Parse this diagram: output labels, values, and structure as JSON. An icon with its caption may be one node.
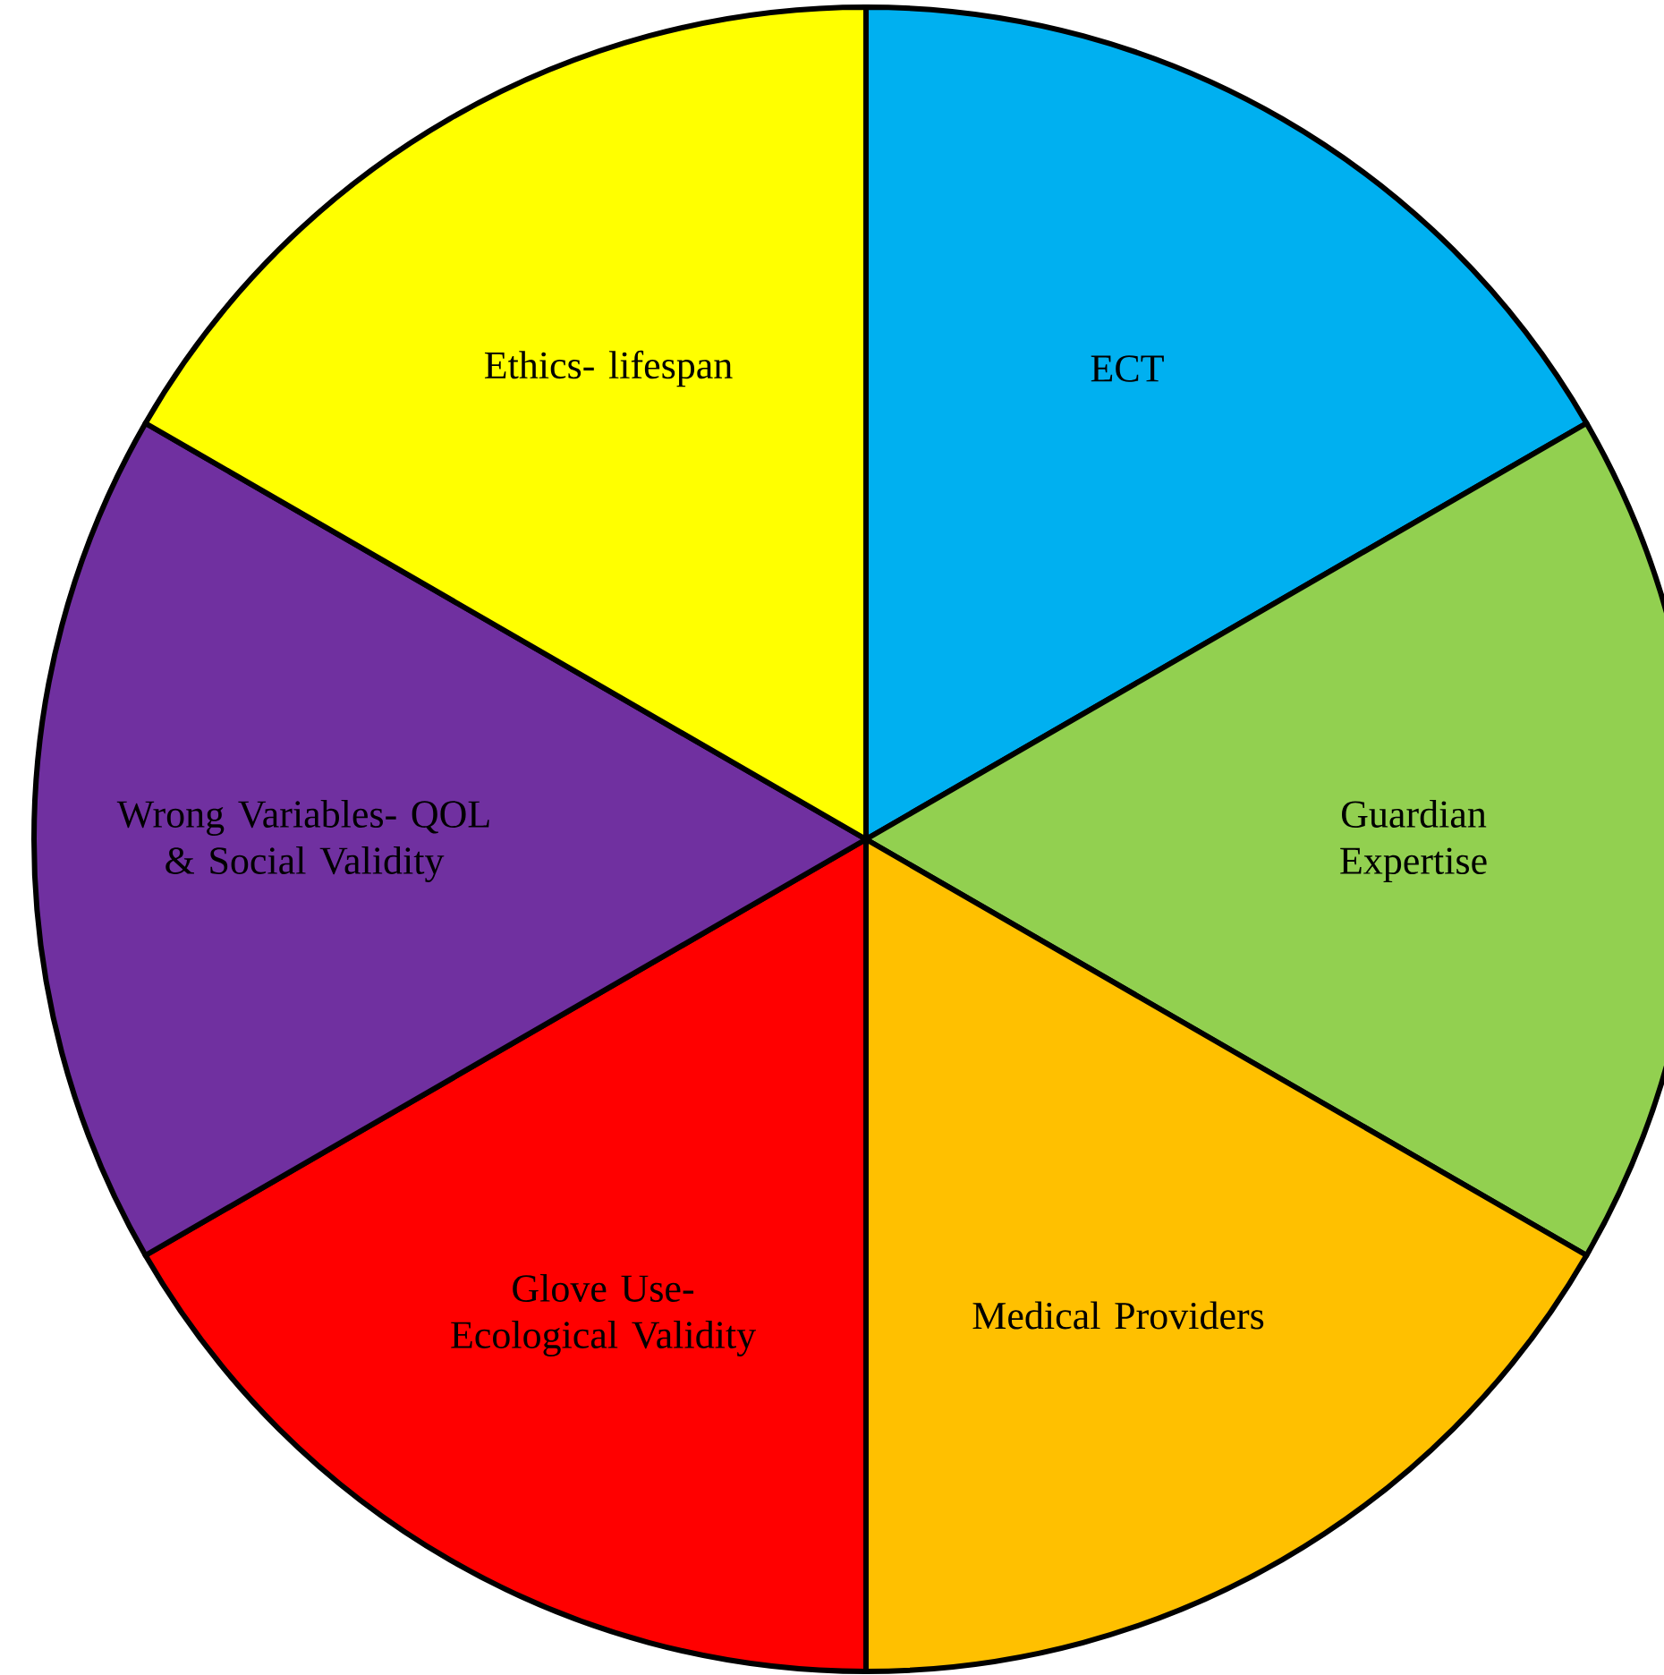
{
  "diagram": {
    "nodes": [
      {
        "text": [
          "ECT"
        ]
      },
      {
        "text": [
          "Guardian Expertise"
        ]
      },
      {
        "text": [
          "Medical Providers"
        ]
      },
      {
        "text": [
          "Glove Use- Ecological Validity"
        ]
      },
      {
        "text": [
          "Wrong Variables- QOL & Social Validity"
        ]
      },
      {
        "text": [
          "Ethics- lifespan"
        ]
      }
    ]
  }
}
